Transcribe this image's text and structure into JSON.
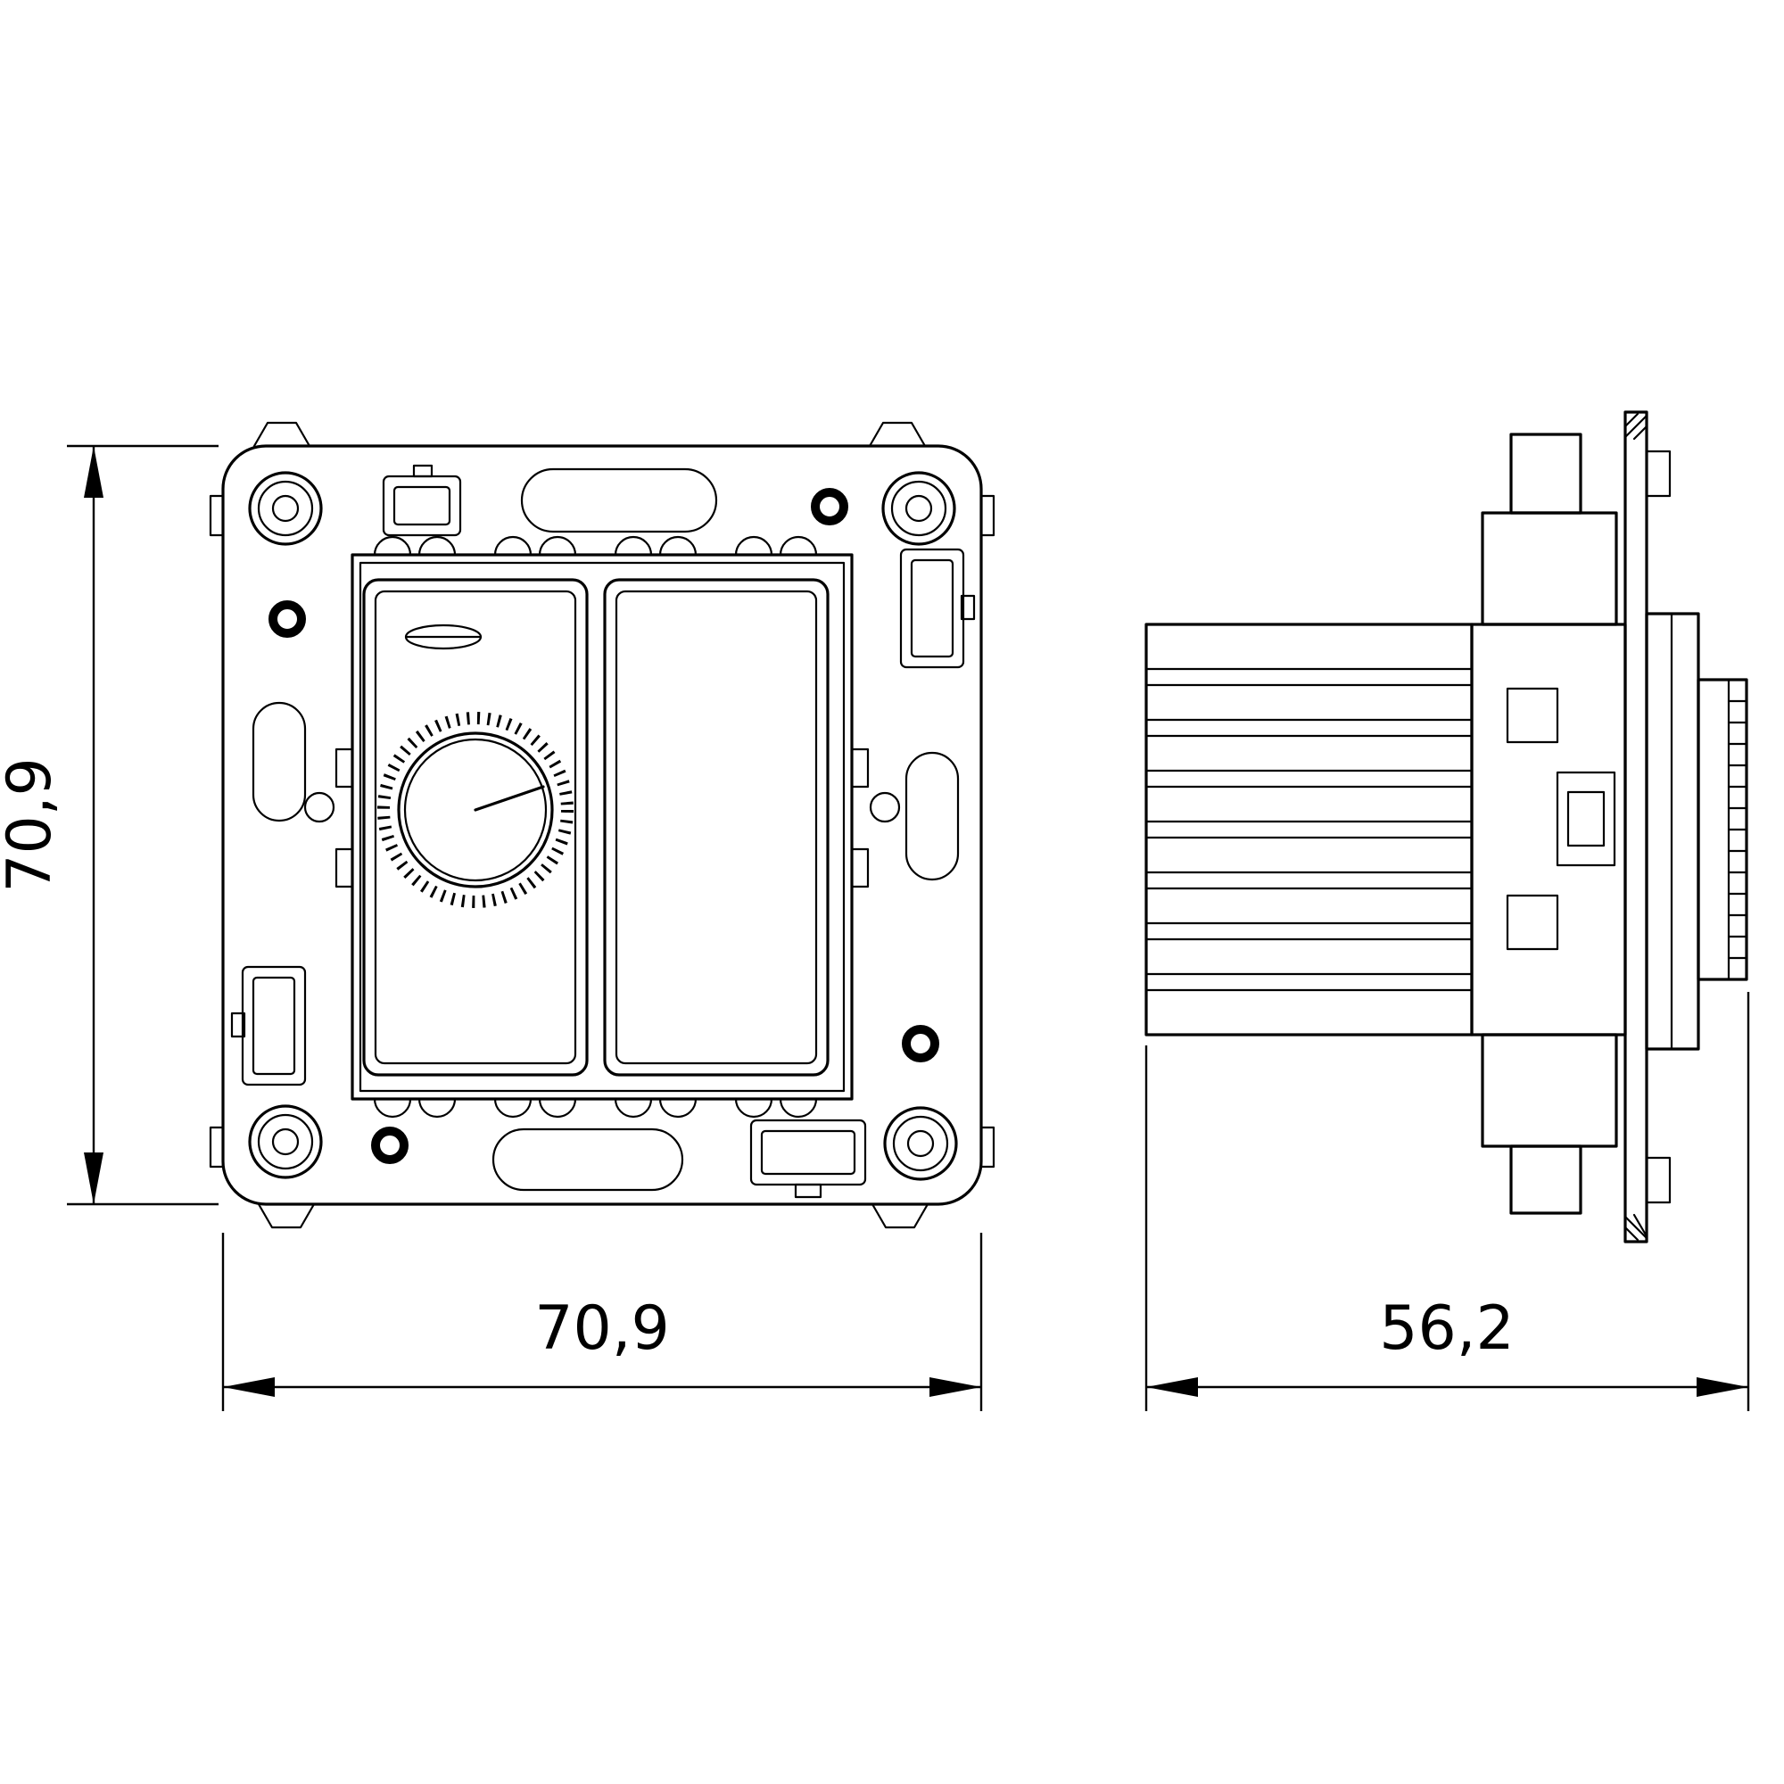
{
  "drawing": {
    "type": "technical-dimension-drawing",
    "background_color": "#ffffff",
    "line_color": "#000000",
    "views": [
      {
        "id": "front-view",
        "description": "front view of flush-mount insert with rotary dimmer knob and rocker"
      },
      {
        "id": "side-view",
        "description": "side profile view with heat sink fins, mounting plate and rotary knob"
      }
    ],
    "dimensions": {
      "front_height": "70,9",
      "front_width": "70,9",
      "side_depth": "56,2"
    }
  }
}
